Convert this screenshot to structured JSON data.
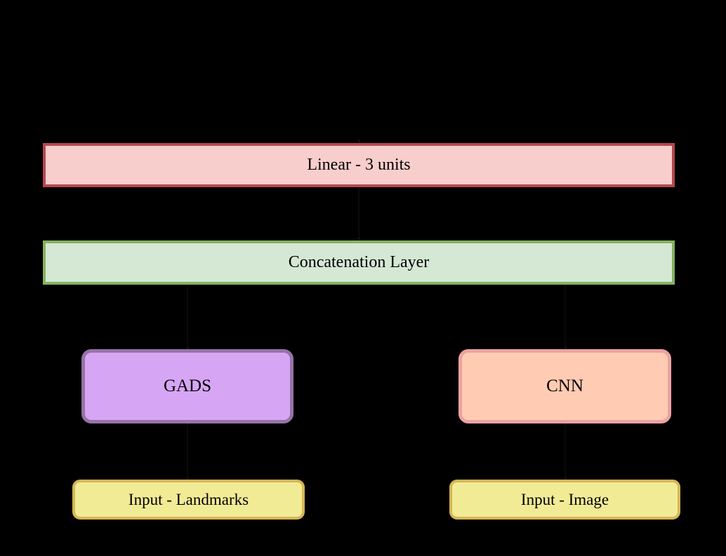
{
  "diagram": {
    "background_color": "#000000",
    "nodes": [
      {
        "id": "linear",
        "label": "Linear - 3 units",
        "fill": "#f8cecc",
        "stroke": "#b5474d",
        "shape": "rectangle"
      },
      {
        "id": "concat",
        "label": "Concatenation Layer",
        "fill": "#d5e8d4",
        "stroke": "#86b25f",
        "shape": "rectangle"
      },
      {
        "id": "gads",
        "label": "GADS",
        "fill": "#d6a6f5",
        "stroke": "#9673a6",
        "shape": "rounded-rectangle"
      },
      {
        "id": "cnn",
        "label": "CNN",
        "fill": "#ffccb3",
        "stroke": "#eda2a2",
        "shape": "rounded-rectangle"
      },
      {
        "id": "input_landmarks",
        "label": "Input - Landmarks",
        "fill": "#f2eb96",
        "stroke": "#d6b656",
        "shape": "rounded-rectangle"
      },
      {
        "id": "input_image",
        "label": "Input - Image",
        "fill": "#f2eb96",
        "stroke": "#d6b656",
        "shape": "rounded-rectangle"
      }
    ],
    "edges": [
      {
        "from": "input_landmarks",
        "to": "gads"
      },
      {
        "from": "input_image",
        "to": "cnn"
      },
      {
        "from": "gads",
        "to": "concat"
      },
      {
        "from": "cnn",
        "to": "concat"
      },
      {
        "from": "concat",
        "to": "linear"
      }
    ]
  }
}
